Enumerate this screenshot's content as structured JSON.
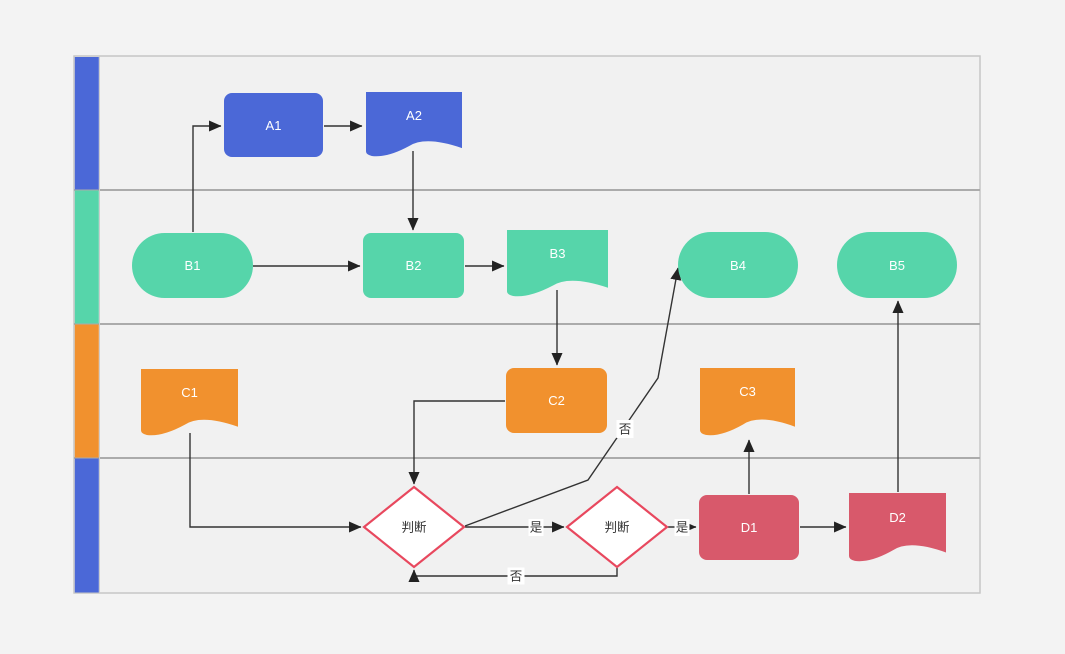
{
  "canvas": {
    "background": "#f3f3f3"
  },
  "diagram": {
    "type": "swimlane-flowchart",
    "lanes": [
      {
        "id": "lane-1",
        "color": "#4b68d7"
      },
      {
        "id": "lane-2",
        "color": "#56d5aa"
      },
      {
        "id": "lane-3",
        "color": "#f1912e"
      },
      {
        "id": "lane-4",
        "color": "#4b68d7"
      }
    ],
    "nodes": {
      "a1": {
        "label": "A1",
        "shape": "process",
        "color": "#4b68d7"
      },
      "a2": {
        "label": "A2",
        "shape": "document",
        "color": "#4b68d7"
      },
      "b1": {
        "label": "B1",
        "shape": "terminator",
        "color": "#56d5aa"
      },
      "b2": {
        "label": "B2",
        "shape": "process",
        "color": "#56d5aa"
      },
      "b3": {
        "label": "B3",
        "shape": "document",
        "color": "#56d5aa"
      },
      "b4": {
        "label": "B4",
        "shape": "terminator",
        "color": "#56d5aa"
      },
      "b5": {
        "label": "B5",
        "shape": "terminator",
        "color": "#56d5aa"
      },
      "c1": {
        "label": "C1",
        "shape": "document",
        "color": "#f1912e"
      },
      "c2": {
        "label": "C2",
        "shape": "process",
        "color": "#f1912e"
      },
      "c3": {
        "label": "C3",
        "shape": "document",
        "color": "#f1912e"
      },
      "d1": {
        "label": "D1",
        "shape": "process",
        "color": "#d8596b"
      },
      "d2": {
        "label": "D2",
        "shape": "document",
        "color": "#d8596b"
      },
      "decision1": {
        "label": "判断",
        "shape": "decision",
        "fill": "#ffffff",
        "border": "#e8485e"
      },
      "decision2": {
        "label": "判断",
        "shape": "decision",
        "fill": "#ffffff",
        "border": "#e8485e"
      }
    },
    "edge_labels": {
      "decision1_to_decision2": "是",
      "decision2_to_d1": "是",
      "decision1_to_b4": "否",
      "decision2_to_decision1": "否"
    }
  }
}
